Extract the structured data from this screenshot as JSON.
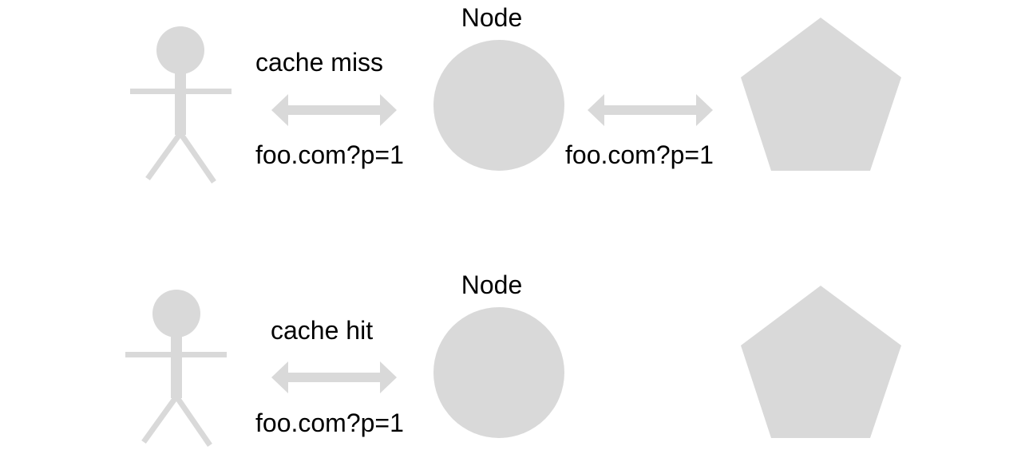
{
  "colors": {
    "shape_fill": "#d9d9d9",
    "text": "#000000",
    "background": "#ffffff"
  },
  "icons": [
    "stick-figure-user-icon",
    "circle-node-icon",
    "pentagon-origin-icon",
    "double-arrow-icon"
  ],
  "rows": [
    {
      "node_label": "Node",
      "client_status": "cache miss",
      "client_request": "foo.com?p=1",
      "origin_request": "foo.com?p=1"
    },
    {
      "node_label": "Node",
      "client_status": "cache hit",
      "client_request": "foo.com?p=1"
    }
  ]
}
